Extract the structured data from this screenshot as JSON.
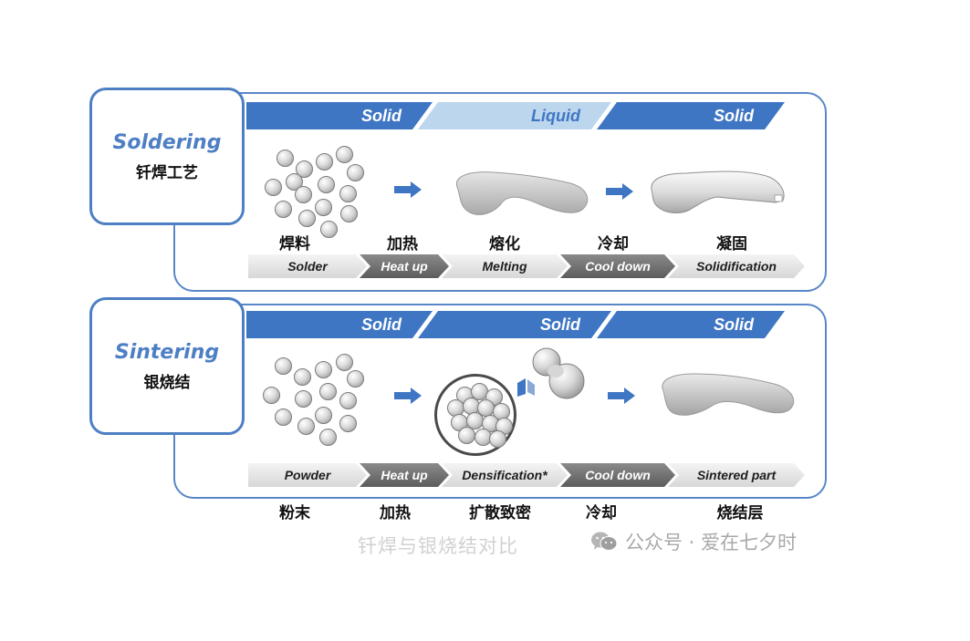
{
  "soldering": {
    "title_en": "Soldering",
    "title_zh": "钎焊工艺",
    "phases": [
      "Solid",
      "Liquid",
      "Solid"
    ],
    "steps_en": [
      "Solder",
      "Heat up",
      "Melting",
      "Cool down",
      "Solidification"
    ],
    "labels_zh": [
      "焊料",
      "加热",
      "熔化",
      "冷却",
      "凝固"
    ]
  },
  "sintering": {
    "title_en": "Sintering",
    "title_zh": "银烧结",
    "phases": [
      "Solid",
      "Solid",
      "Solid"
    ],
    "steps_en": [
      "Powder",
      "Heat up",
      "Densification*",
      "Cool down",
      "Sintered part"
    ],
    "labels_zh": [
      "粉末",
      "加热",
      "扩散致密",
      "冷却",
      "烧结层"
    ]
  },
  "watermark": {
    "text": "公众号 · 爱在七夕时",
    "icon": "wechat-icon",
    "ghost_text": "钎焊与银烧结对比"
  },
  "colors": {
    "accent": "#4e7fc4",
    "phase_dark": "#3f76c4",
    "phase_light": "#bcd6ee",
    "step_dark": "#6b6b6b",
    "step_light": "#e2e2e2"
  }
}
